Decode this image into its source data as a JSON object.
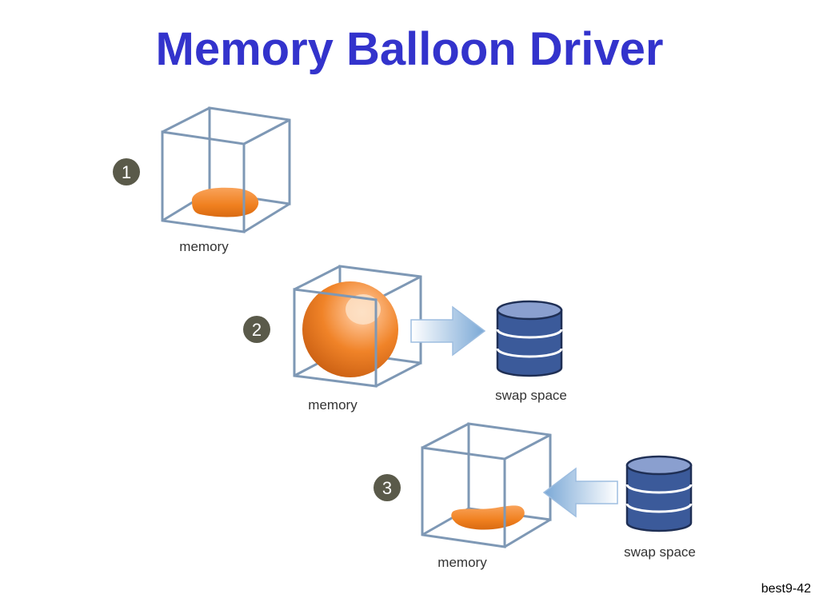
{
  "title": "Memory Balloon Driver",
  "steps": [
    {
      "number": "1",
      "memory_label": "memory",
      "balloon": "small",
      "swap_label": ""
    },
    {
      "number": "2",
      "memory_label": "memory",
      "balloon": "inflated",
      "swap_label": "swap space",
      "arrow": "to-swap"
    },
    {
      "number": "3",
      "memory_label": "memory",
      "balloon": "deflated",
      "swap_label": "swap space",
      "arrow": "from-swap"
    }
  ],
  "colors": {
    "title": "#3333cc",
    "cube_edge": "#7e98b5",
    "balloon": "#f08328",
    "disk": "#3b5a9a",
    "step_circle": "#5a5a4a"
  },
  "footer": "best9-42"
}
